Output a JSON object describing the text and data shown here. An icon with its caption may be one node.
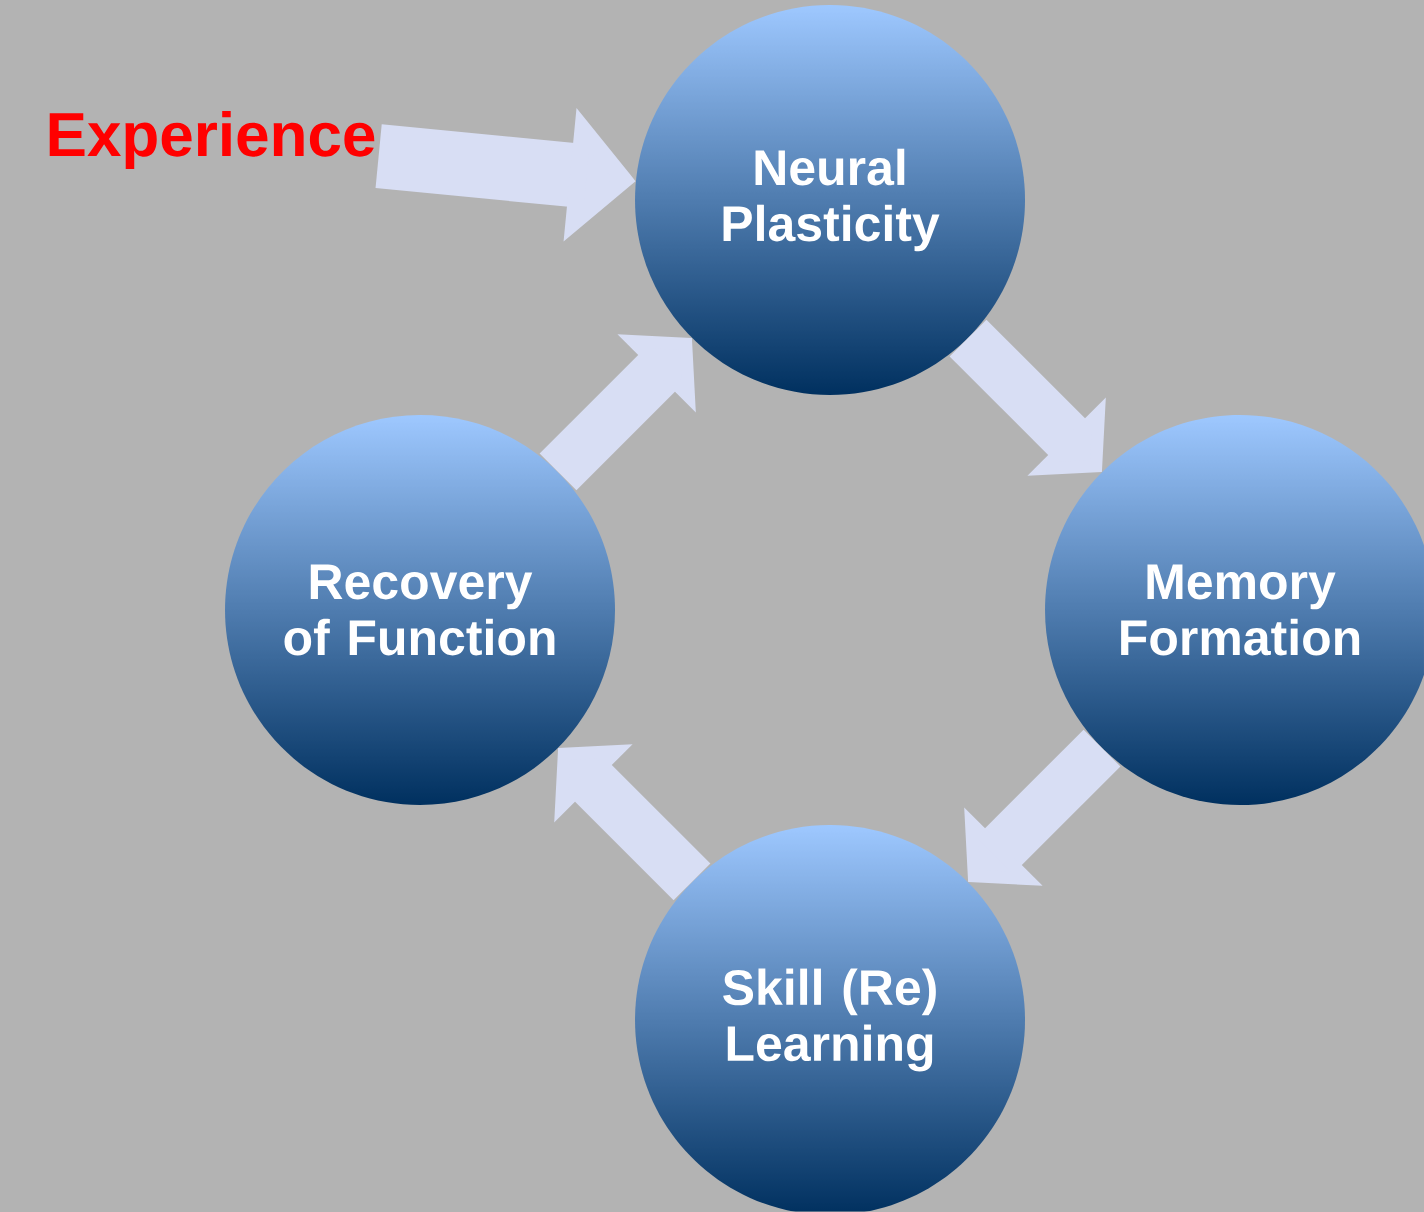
{
  "diagram": {
    "nodes": [
      {
        "text": [
          "Experience"
        ]
      },
      {
        "text": [
          "Neural Plasticity"
        ]
      },
      {
        "text": [
          "Memory Formation"
        ]
      },
      {
        "text": [
          "Skill (Re) Learning"
        ]
      },
      {
        "text": [
          "Recovery of Function"
        ]
      }
    ],
    "edges": [
      {
        "from": 0,
        "to": 1,
        "arrow": "to"
      },
      {
        "from": 1,
        "to": 2,
        "arrow": "to"
      },
      {
        "from": 2,
        "to": 3,
        "arrow": "to"
      },
      {
        "from": 3,
        "to": 4,
        "arrow": "to"
      },
      {
        "from": 4,
        "to": 1,
        "arrow": "to"
      }
    ]
  }
}
